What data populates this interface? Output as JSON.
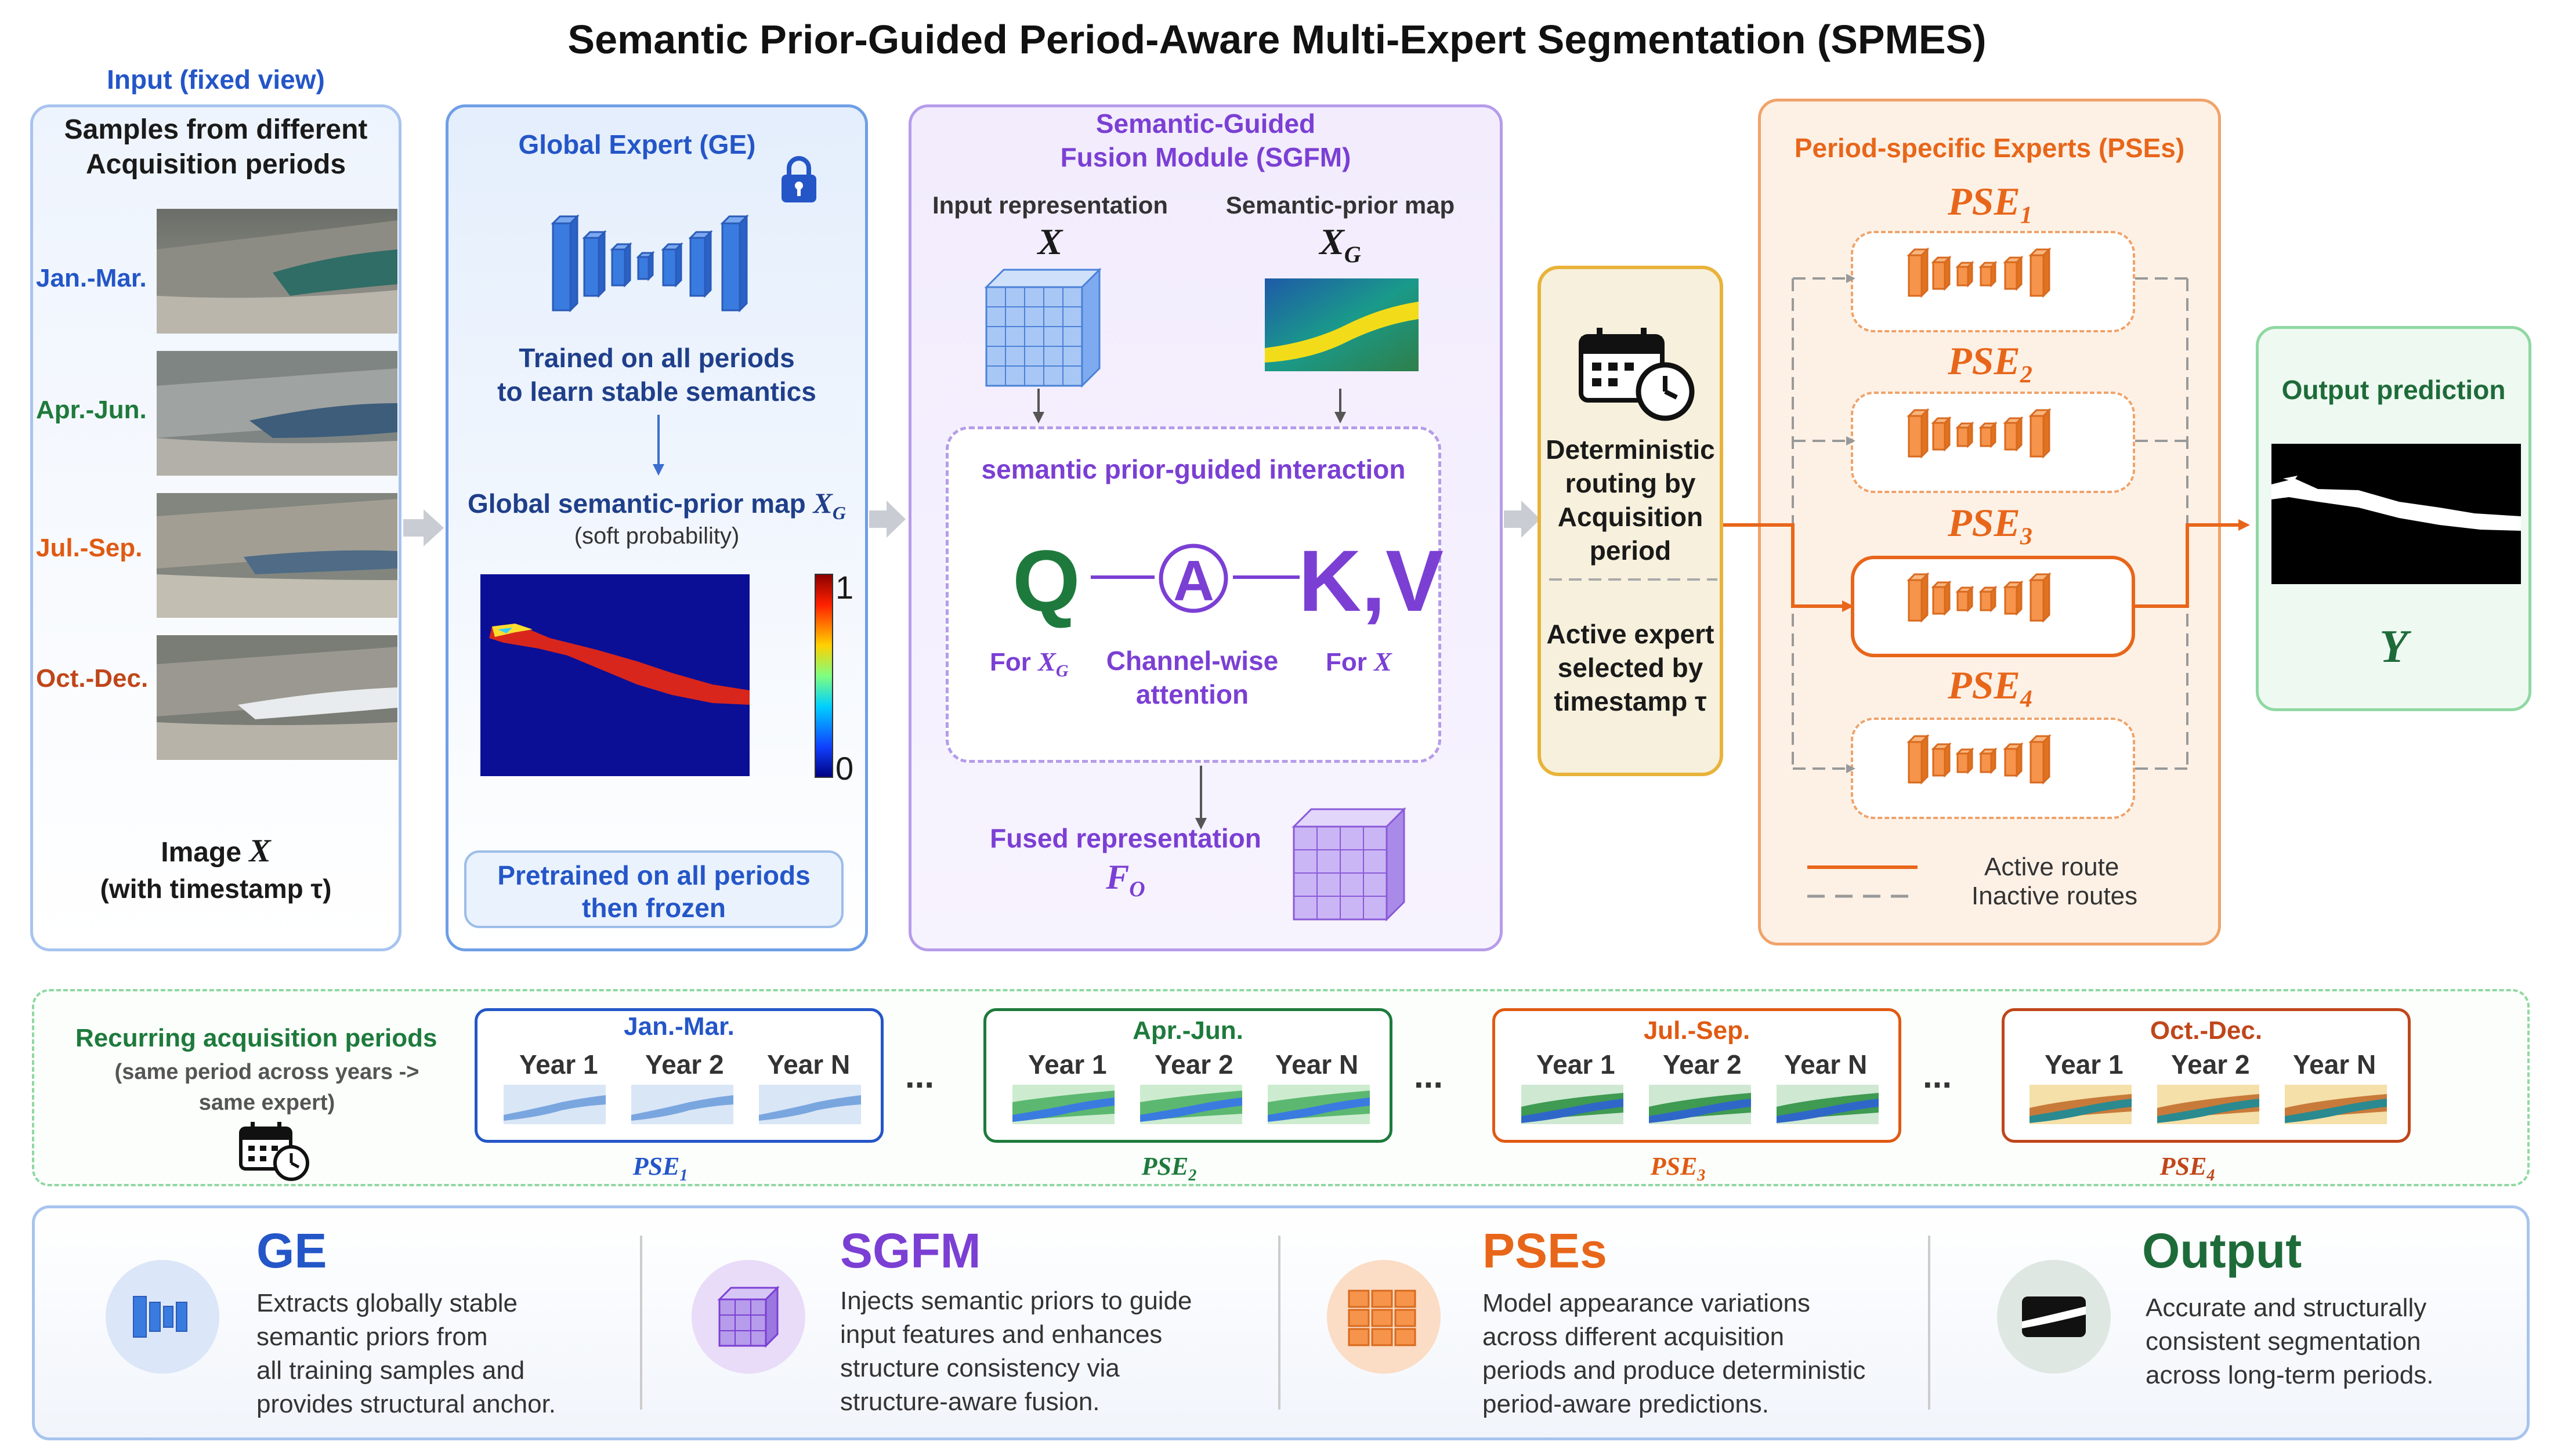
{
  "title": "Semantic Prior-Guided Period-Aware Multi-Expert Segmentation (SPMES)",
  "input_panel": {
    "header": "Input (fixed view)",
    "subtitle_line1": "Samples from different",
    "subtitle_line2": "Acquisition periods",
    "periods": [
      "Jan.-Mar.",
      "Apr.-Jun.",
      "Jul.-Sep.",
      "Oct.-Dec."
    ],
    "image_label": "Image",
    "image_symbol": "X",
    "timestamp_label": "(with timestamp τ)"
  },
  "ge_panel": {
    "header": "Global Expert (GE)",
    "trained_line1": "Trained on all periods",
    "trained_line2": "to learn stable semantics",
    "map_label": "Global semantic-prior map",
    "map_symbol": "X",
    "map_symbol_sub": "G",
    "map_note": "(soft probability)",
    "colorbar_max": "1",
    "colorbar_min": "0",
    "note_line1": "Pretrained on all periods",
    "note_line2": "then frozen"
  },
  "sgfm_panel": {
    "header_line1": "Semantic-Guided",
    "header_line2": "Fusion Module (SGFM)",
    "input_rep_label": "Input representation",
    "input_rep_symbol": "X",
    "prior_map_label": "Semantic-prior map",
    "prior_map_symbol": "X",
    "prior_map_sub": "G",
    "interaction_title": "semantic prior-guided interaction",
    "q_label": "Q",
    "a_label": "A",
    "kv_label": "K,V",
    "for_xg_label": "For",
    "for_xg_symbol": "X",
    "for_xg_sub": "G",
    "attention_line1": "Channel-wise",
    "attention_line2": "attention",
    "for_x_label": "For",
    "for_x_symbol": "X",
    "fused_label": "Fused representation",
    "fused_symbol": "F",
    "fused_sub": "O"
  },
  "routing_panel": {
    "line1": "Deterministic",
    "line2": "routing by",
    "line3": "Acquisition",
    "line4": "period",
    "line5": "Active expert",
    "line6": "selected by",
    "line7": "timestamp τ"
  },
  "pse_panel": {
    "header": "Period-specific Experts (PSEs)",
    "experts": [
      {
        "name": "PSE",
        "sub": "1"
      },
      {
        "name": "PSE",
        "sub": "2"
      },
      {
        "name": "PSE",
        "sub": "3"
      },
      {
        "name": "PSE",
        "sub": "4"
      }
    ],
    "active_index": 2,
    "legend_active": "Active route",
    "legend_inactive": "Inactive routes"
  },
  "output_panel": {
    "header": "Output prediction",
    "symbol": "Y"
  },
  "recurring": {
    "title": "Recurring acquisition periods",
    "note_line1": "(same period across years ->",
    "note_line2": "same expert)",
    "ellipsis": "...",
    "groups": [
      {
        "period": "Jan.-Mar.",
        "years": [
          "Year 1",
          "Year 2",
          "Year N"
        ],
        "expert": "PSE",
        "sub": "1",
        "color": "#2456c8"
      },
      {
        "period": "Apr.-Jun.",
        "years": [
          "Year 1",
          "Year 2",
          "Year N"
        ],
        "expert": "PSE",
        "sub": "2",
        "color": "#1e7a3c"
      },
      {
        "period": "Jul.-Sep.",
        "years": [
          "Year 1",
          "Year 2",
          "Year N"
        ],
        "expert": "PSE",
        "sub": "3",
        "color": "#e05a12"
      },
      {
        "period": "Oct.-Dec.",
        "years": [
          "Year 1",
          "Year 2",
          "Year N"
        ],
        "expert": "PSE",
        "sub": "4",
        "color": "#c0461a"
      }
    ]
  },
  "summary": [
    {
      "title": "GE",
      "color": "#2456c8",
      "lines": [
        "Extracts globally stable",
        "semantic priors from",
        "all training samples and",
        "provides structural anchor."
      ]
    },
    {
      "title": "SGFM",
      "color": "#7b3fd4",
      "lines": [
        "Injects semantic priors to guide",
        "input features and enhances",
        "structure consistency via",
        "structure-aware fusion."
      ]
    },
    {
      "title": "PSEs",
      "color": "#e8661a",
      "lines": [
        "Model appearance variations",
        "across different acquisition",
        "periods and produce deterministic",
        "period-aware predictions."
      ]
    },
    {
      "title": "Output",
      "color": "#1e6b3a",
      "lines": [
        "Accurate and structurally",
        "consistent segmentation",
        "across long-term periods."
      ]
    }
  ],
  "colors": {
    "blue": "#2456c8",
    "purple": "#7b3fd4",
    "orange": "#e8661a",
    "green": "#1e7a3c",
    "gold": "#e8b33a"
  },
  "icons": [
    "lock-icon",
    "encoder-decoder-icon",
    "calendar-clock-icon",
    "cube-icon"
  ]
}
